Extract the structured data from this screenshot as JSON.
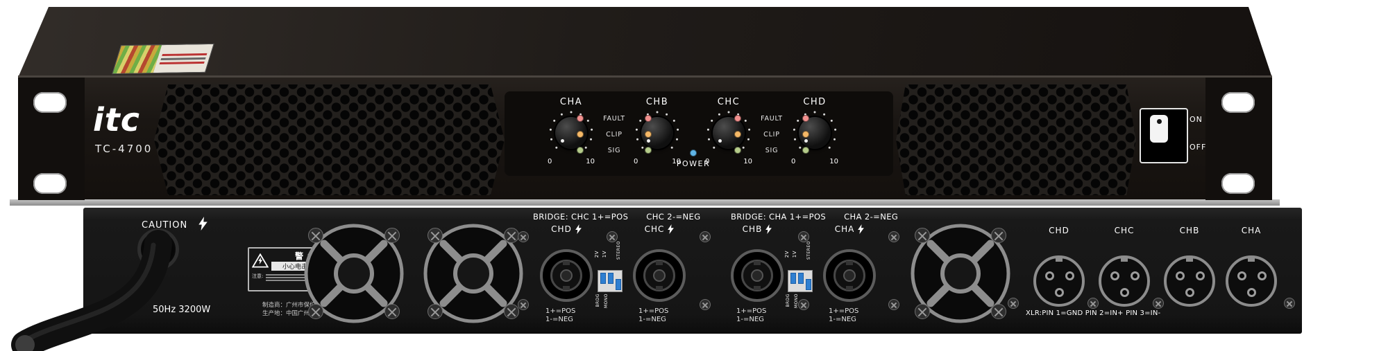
{
  "front": {
    "brand": "itc",
    "model": "TC-4700",
    "channel_labels": [
      "CHA",
      "CHB",
      "CHC",
      "CHD"
    ],
    "knob_min": "0",
    "knob_max": "10",
    "led_labels": [
      "FAULT",
      "CLIP",
      "SIG"
    ],
    "power_label": "POWER",
    "switch_on": "ON",
    "switch_off": "OFF"
  },
  "rear": {
    "caution_label": "CAUTION",
    "warning_title": "警告",
    "warning_line": "小心电击请勿打开",
    "warning_note": "注意:",
    "power_rating": "50Hz 3200W",
    "maker_line1": "制造商：广州市保伦电子有限公司",
    "maker_line2": "生产地：中国广州",
    "bridge_group1_left": "BRIDGE: CHC 1+=POS",
    "bridge_group1_right": "CHC 2-=NEG",
    "bridge_group2_left": "BRIDGE: CHA 1+=POS",
    "bridge_group2_right": "CHA 2-=NEG",
    "speakon_labels": [
      "CHD",
      "CHC",
      "CHB",
      "CHA"
    ],
    "speakon_pin_line1": "1+=POS",
    "speakon_pin_line2": "1-=NEG",
    "dip": {
      "l1": "2V",
      "l2": "1V",
      "l3": "STEREO",
      "l4": "BRDG",
      "l5": "MONO"
    },
    "xlr_labels": [
      "CHD",
      "CHC",
      "CHB",
      "CHA"
    ],
    "xlr_note": "XLR:PIN 1=GND PIN 2=IN+ PIN 3=IN-"
  },
  "colors": {
    "led_fault": "#f2908e",
    "led_clip": "#f5b867",
    "led_sig": "#b5cc8a",
    "led_power": "#5fb4e6",
    "dip_blue": "#2f7fd1"
  }
}
